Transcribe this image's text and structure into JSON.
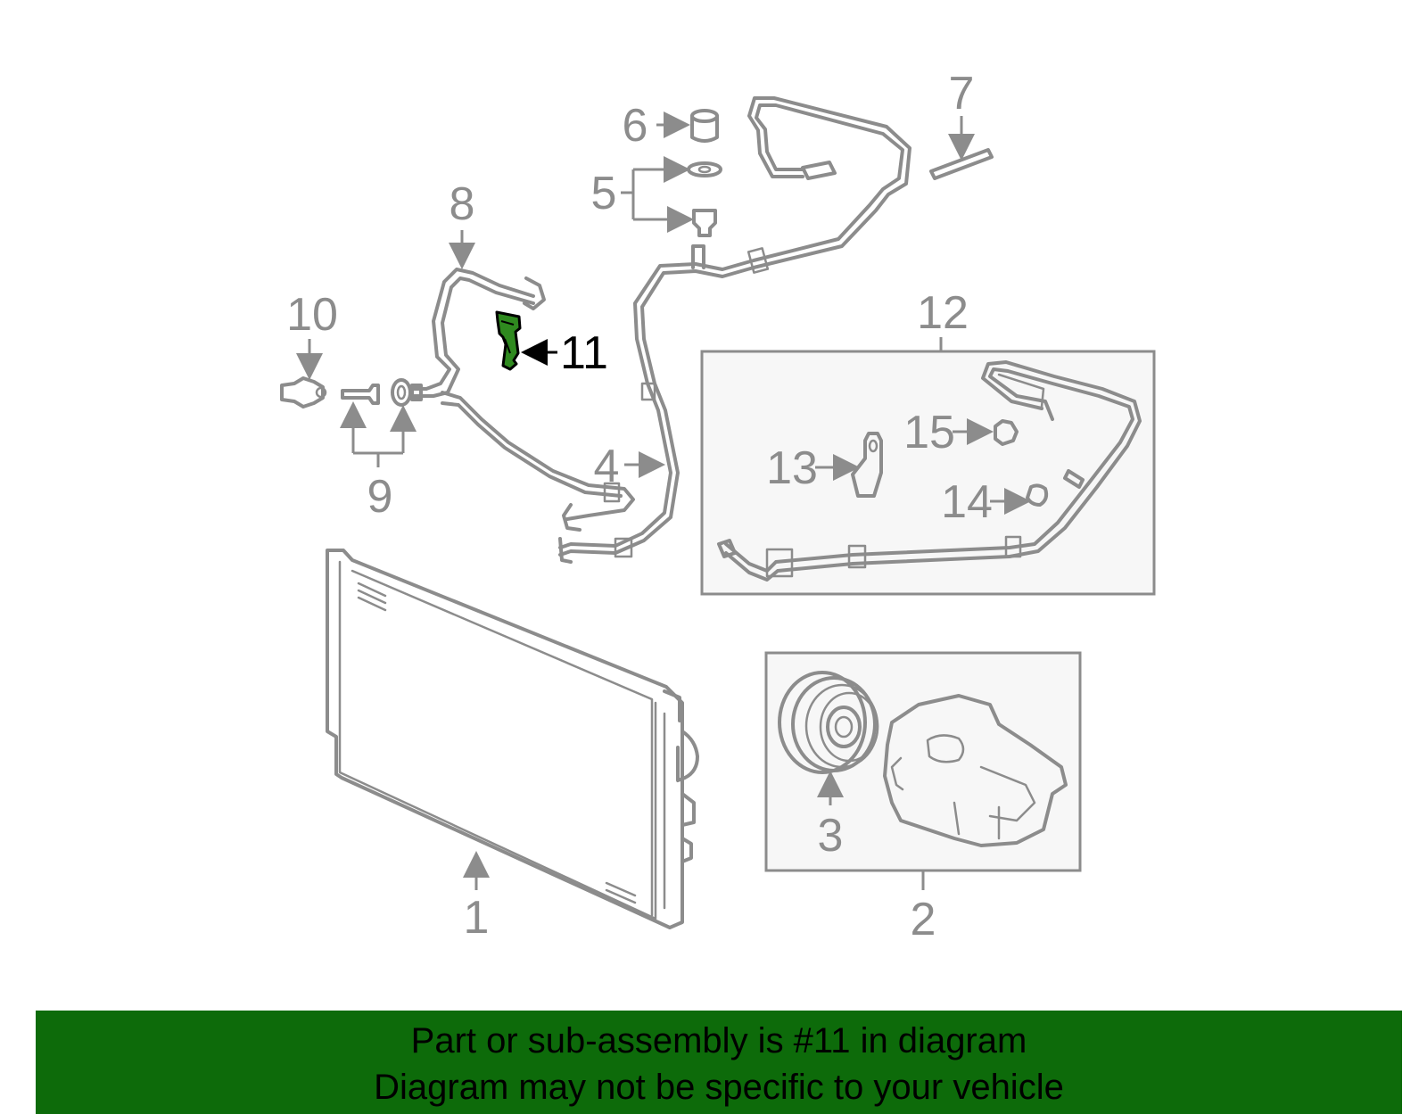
{
  "callouts": {
    "c1": "1",
    "c2": "2",
    "c3": "3",
    "c4": "4",
    "c5": "5",
    "c6": "6",
    "c7": "7",
    "c8": "8",
    "c9": "9",
    "c10": "10",
    "c11": "11",
    "c12": "12",
    "c13": "13",
    "c14": "14",
    "c15": "15"
  },
  "highlighted_part": "11",
  "colors": {
    "highlight": "#2f8a1f",
    "banner": "#0d6b0a",
    "line_art": "#8c8c8c"
  },
  "banner": {
    "line1": "Part or sub-assembly is #11 in diagram",
    "line2": "Diagram may not be specific to your vehicle"
  }
}
